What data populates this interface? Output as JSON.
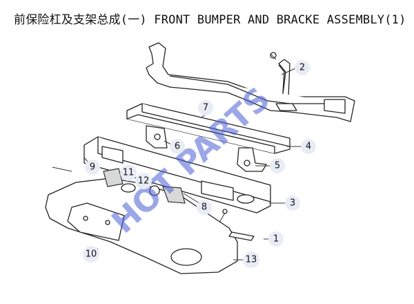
{
  "title": "前保险杠及支架总成(一) FRONT BUMPER AND BRACKE ASSEMBLY(1)",
  "watermark": "HOT PARTS",
  "callouts": [
    {
      "id": "1",
      "label": "1"
    },
    {
      "id": "2",
      "label": "2"
    },
    {
      "id": "3",
      "label": "3"
    },
    {
      "id": "4",
      "label": "4"
    },
    {
      "id": "5",
      "label": "5"
    },
    {
      "id": "6",
      "label": "6"
    },
    {
      "id": "7",
      "label": "7"
    },
    {
      "id": "8",
      "label": "8"
    },
    {
      "id": "9",
      "label": "9"
    },
    {
      "id": "10",
      "label": "10"
    },
    {
      "id": "11",
      "label": "11"
    },
    {
      "id": "12",
      "label": "12"
    },
    {
      "id": "13",
      "label": "13"
    }
  ],
  "colors": {
    "ink": "#222222",
    "watermark": "#4b5fd6",
    "callout_bg": "#e8ecf5",
    "shade": "#d9d9d9"
  }
}
